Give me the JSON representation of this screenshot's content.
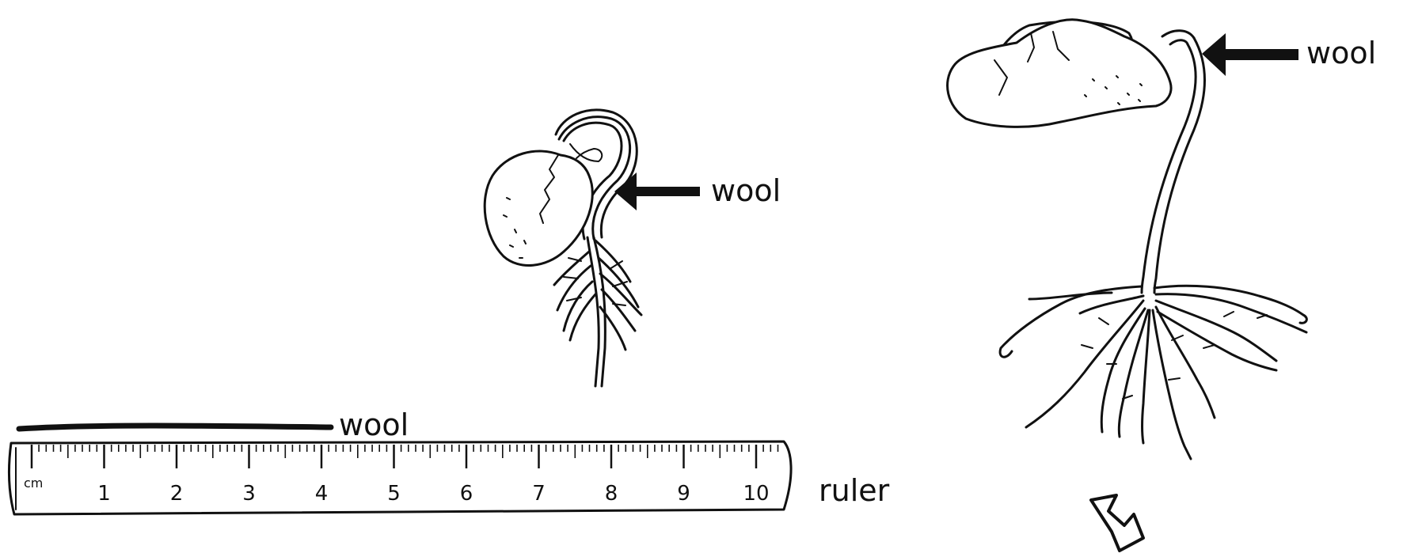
{
  "labels": {
    "wool_small_seedling": "wool",
    "wool_large_seedling": "wool",
    "wool_strip": "wool",
    "ruler": "ruler"
  },
  "ruler": {
    "unit": "cm",
    "numbers": [
      "1",
      "2",
      "3",
      "4",
      "5",
      "6",
      "7",
      "8",
      "9",
      "10"
    ]
  },
  "colors": {
    "ink": "#111111",
    "background": "#ffffff"
  }
}
